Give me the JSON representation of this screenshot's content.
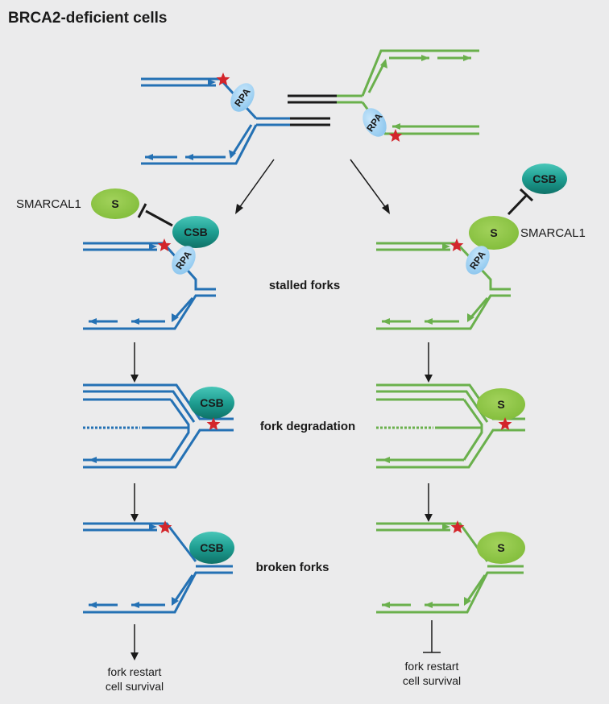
{
  "title": "BRCA2-deficient cells",
  "stage_labels": {
    "stalled": "stalled forks",
    "degradation": "fork degradation",
    "broken": "broken forks"
  },
  "proteins": {
    "rpa": "RPA",
    "csb": "CSB",
    "smarcal1_short": "S",
    "smarcal1": "SMARCAL1"
  },
  "outcome": {
    "line1": "fork restart",
    "line2": "cell survival"
  },
  "colors": {
    "background": "#ebebec",
    "blue_dna": "#2471b4",
    "green_dna": "#6ab04c",
    "parental": "#1a1a1a",
    "rpa": "#9fd0f2",
    "csb": "#1e9e91",
    "smarcal1": "#8cc63f",
    "star": "#d3252b"
  },
  "icons": {
    "lesion": "red-star-icon",
    "activation": "arrow-icon",
    "inhibition": "t-bar-inhibition-icon"
  }
}
